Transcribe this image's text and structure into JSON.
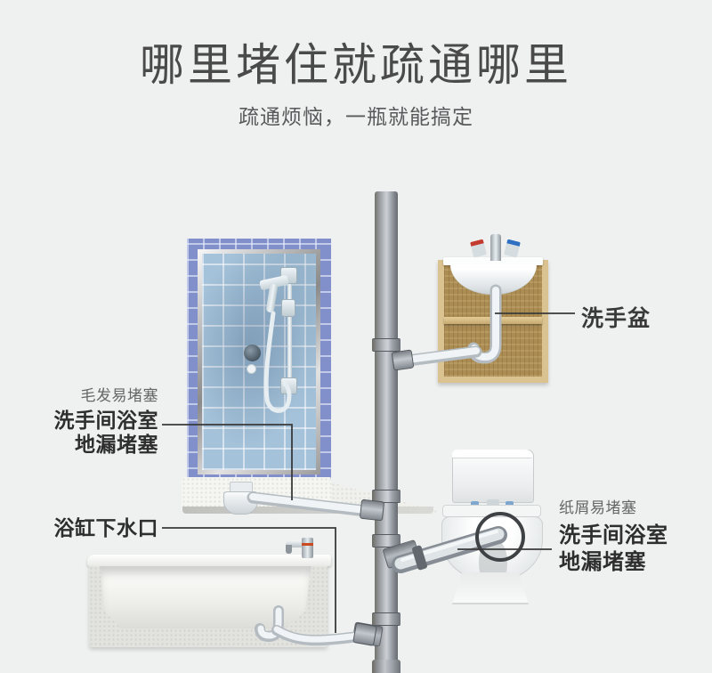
{
  "header": {
    "title": "哪里堵住就疏通哪里",
    "subtitle": "疏通烦恼，一瓶就能搞定"
  },
  "callouts": {
    "shower_drain": {
      "note": "毛发易堵塞",
      "title_line1": "洗手间浴室",
      "title_line2": "地漏堵塞"
    },
    "bathtub_drain": {
      "label": "浴缸下水口"
    },
    "washbasin": {
      "label": "洗手盆"
    },
    "toilet_drain": {
      "note": "纸屑易堵塞",
      "title_line1": "洗手间浴室",
      "title_line2": "地漏堵塞"
    }
  },
  "colors": {
    "background": "#eff0f0",
    "title_text": "#4a4a4b",
    "subtitle_text": "#58595a",
    "callout_strong_text": "#2e2e2e",
    "callout_note_text": "#666666",
    "leader_line": "#3a3a3a",
    "main_pipe_gray": "#9aa0a7",
    "white_pipe": "#f0f4f6",
    "tile_border_blue": "#8190ca",
    "tile_wall_blue": "#a4c2d9",
    "cabinet_wood": "#ab8c52",
    "fixture_white": "#f4f6f6",
    "faucet_hot_red": "#c23b2e",
    "faucet_cold_blue": "#2e6fc2"
  }
}
